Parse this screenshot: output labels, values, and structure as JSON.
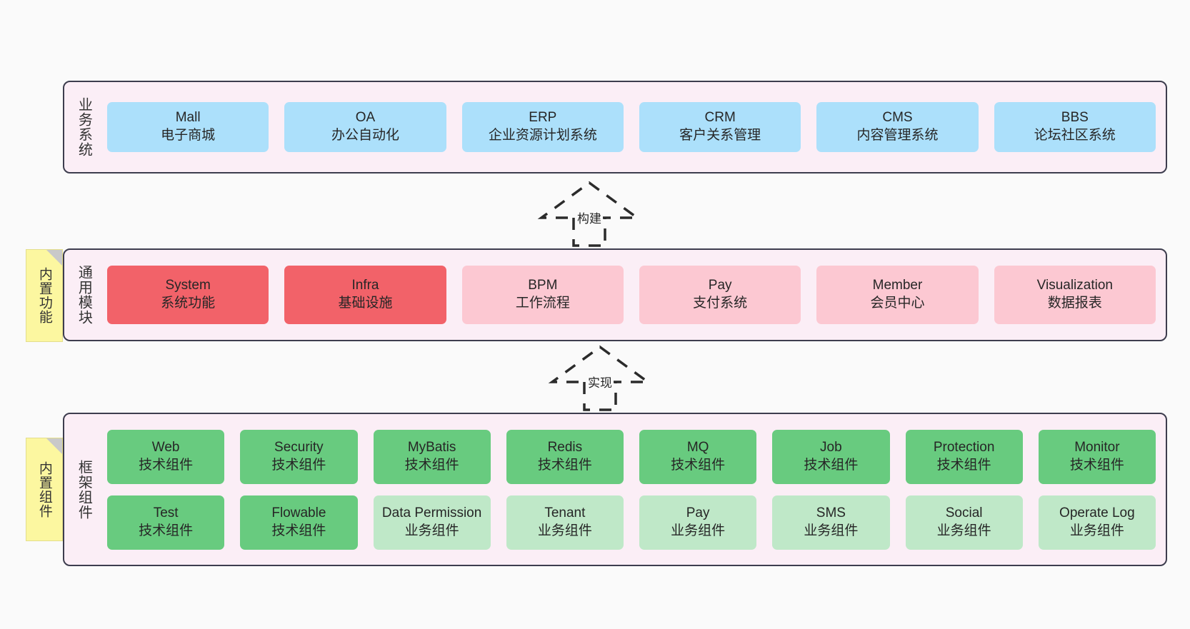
{
  "diagram": {
    "background": "#fafafa",
    "layer_fill": "#fbeef6",
    "layer_border": "#3d3d4e",
    "note_fill": "#fcf7a0"
  },
  "layers": [
    {
      "id": "business",
      "title": "业务系统",
      "rows": [
        {
          "cells": [
            {
              "en": "Mall",
              "cn": "电子商城",
              "color": "#ace0fb"
            },
            {
              "en": "OA",
              "cn": "办公自动化",
              "color": "#ace0fb"
            },
            {
              "en": "ERP",
              "cn": "企业资源计划系统",
              "color": "#ace0fb"
            },
            {
              "en": "CRM",
              "cn": "客户关系管理",
              "color": "#ace0fb"
            },
            {
              "en": "CMS",
              "cn": "内容管理系统",
              "color": "#ace0fb"
            },
            {
              "en": "BBS",
              "cn": "论坛社区系统",
              "color": "#ace0fb"
            }
          ]
        }
      ]
    },
    {
      "id": "modules",
      "title": "通用模块",
      "rows": [
        {
          "cells": [
            {
              "en": "System",
              "cn": "系统功能",
              "color": "#f26269"
            },
            {
              "en": "Infra",
              "cn": "基础设施",
              "color": "#f26269"
            },
            {
              "en": "BPM",
              "cn": "工作流程",
              "color": "#fcc8d2"
            },
            {
              "en": "Pay",
              "cn": "支付系统",
              "color": "#fcc8d2"
            },
            {
              "en": "Member",
              "cn": "会员中心",
              "color": "#fcc8d2"
            },
            {
              "en": "Visualization",
              "cn": "数据报表",
              "color": "#fcc8d2"
            }
          ]
        }
      ]
    },
    {
      "id": "framework",
      "title": "框架组件",
      "rows": [
        {
          "cells": [
            {
              "en": "Web",
              "cn": "技术组件",
              "color": "#68cb7f"
            },
            {
              "en": "Security",
              "cn": "技术组件",
              "color": "#68cb7f"
            },
            {
              "en": "MyBatis",
              "cn": "技术组件",
              "color": "#68cb7f"
            },
            {
              "en": "Redis",
              "cn": "技术组件",
              "color": "#68cb7f"
            },
            {
              "en": "MQ",
              "cn": "技术组件",
              "color": "#68cb7f"
            },
            {
              "en": "Job",
              "cn": "技术组件",
              "color": "#68cb7f"
            },
            {
              "en": "Protection",
              "cn": "技术组件",
              "color": "#68cb7f"
            },
            {
              "en": "Monitor",
              "cn": "技术组件",
              "color": "#68cb7f"
            }
          ]
        },
        {
          "cells": [
            {
              "en": "Test",
              "cn": "技术组件",
              "color": "#68cb7f"
            },
            {
              "en": "Flowable",
              "cn": "技术组件",
              "color": "#68cb7f"
            },
            {
              "en": "Data Permission",
              "cn": "业务组件",
              "color": "#bfe8c8"
            },
            {
              "en": "Tenant",
              "cn": "业务组件",
              "color": "#bfe8c8"
            },
            {
              "en": "Pay",
              "cn": "业务组件",
              "color": "#bfe8c8"
            },
            {
              "en": "SMS",
              "cn": "业务组件",
              "color": "#bfe8c8"
            },
            {
              "en": "Social",
              "cn": "业务组件",
              "color": "#bfe8c8"
            },
            {
              "en": "Operate Log",
              "cn": "业务组件",
              "color": "#bfe8c8"
            }
          ]
        }
      ]
    }
  ],
  "notes": [
    {
      "id": "builtin-function",
      "text": "内置功能"
    },
    {
      "id": "builtin-component",
      "text": "内置组件"
    }
  ],
  "connectors": [
    {
      "id": "build",
      "label": "构建"
    },
    {
      "id": "impl",
      "label": "实现"
    }
  ]
}
